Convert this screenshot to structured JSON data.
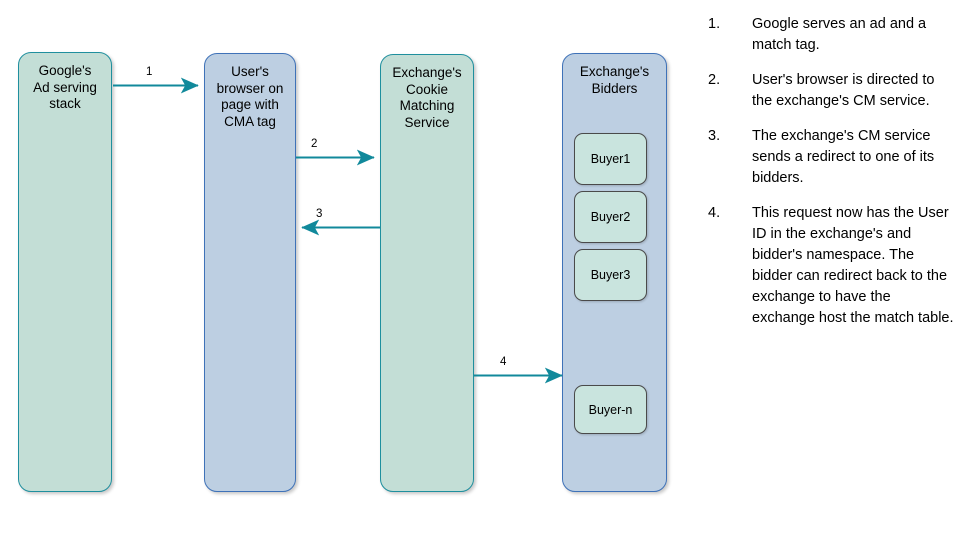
{
  "diagram": {
    "nodes": [
      {
        "id": "google-ad-serving-stack",
        "label": "Google's\nAd serving\nstack",
        "color": "green",
        "fill": "#c3ded6",
        "stroke": "#1f8f9e"
      },
      {
        "id": "users-browser",
        "label": "User's\nbrowser on\npage with\nCMA tag",
        "color": "blue",
        "fill": "#bdcfe2",
        "stroke": "#3f72b8"
      },
      {
        "id": "exchange-cookie-matching-service",
        "label": "Exchange's\nCookie\nMatching\nService",
        "color": "green",
        "fill": "#c3ded6",
        "stroke": "#1f8f9e"
      },
      {
        "id": "exchange-bidders",
        "label": "Exchange's\nBidders",
        "color": "blue",
        "fill": "#bdcfe2",
        "stroke": "#3f72b8"
      }
    ],
    "bidders": [
      {
        "id": "buyer1",
        "label": "Buyer1"
      },
      {
        "id": "buyer2",
        "label": "Buyer2"
      },
      {
        "id": "buyer3",
        "label": "Buyer3"
      },
      {
        "id": "buyer-n",
        "label": "Buyer-n"
      }
    ],
    "arrows": [
      {
        "id": "arrow-1",
        "label": "1",
        "from": "google-ad-serving-stack",
        "to": "users-browser",
        "direction": "right"
      },
      {
        "id": "arrow-2",
        "label": "2",
        "from": "users-browser",
        "to": "exchange-cookie-matching-service",
        "direction": "right"
      },
      {
        "id": "arrow-3",
        "label": "3",
        "from": "exchange-cookie-matching-service",
        "to": "users-browser",
        "direction": "left"
      },
      {
        "id": "arrow-4",
        "label": "4",
        "from": "exchange-cookie-matching-service",
        "to": "exchange-bidders",
        "direction": "right"
      }
    ],
    "arrow_color": "#11899b"
  },
  "steps": [
    {
      "num": "1.",
      "text": "Google serves an ad and a match tag."
    },
    {
      "num": "2.",
      "text": "User's browser is directed to the exchange's CM service."
    },
    {
      "num": "3.",
      "text": "The exchange's CM service sends a redirect to one of its bidders."
    },
    {
      "num": "4.",
      "text": "This request now has the User ID in the exchange's and bidder's namespace. The bidder can redirect back to the exchange to have the exchange host the match table."
    }
  ]
}
